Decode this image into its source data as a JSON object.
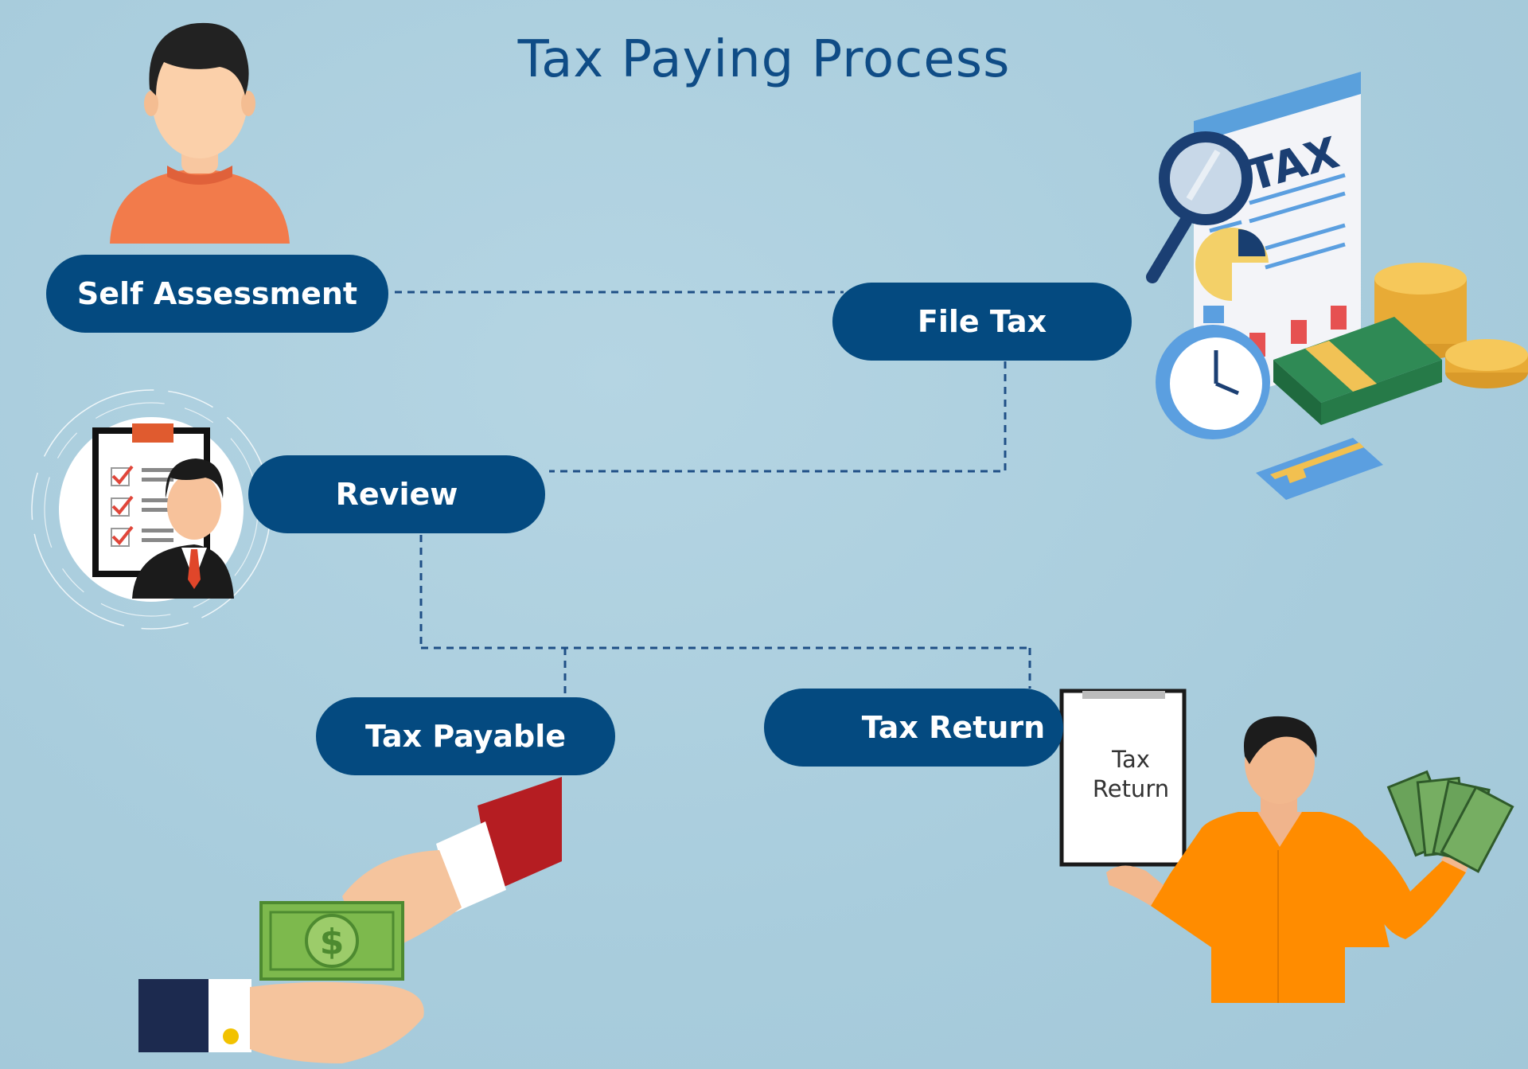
{
  "title": "Tax Paying Process",
  "colors": {
    "pill": "#044a80",
    "title": "#0f4c86",
    "connector": "#1f4f86",
    "background": "#aacede"
  },
  "steps": [
    {
      "id": "self-assessment",
      "label": "Self Assessment"
    },
    {
      "id": "file-tax",
      "label": "File Tax"
    },
    {
      "id": "review",
      "label": "Review"
    },
    {
      "id": "tax-payable",
      "label": "Tax Payable"
    },
    {
      "id": "tax-return",
      "label": "Tax Return"
    }
  ],
  "illustrations": {
    "tax_document_label": "TAX",
    "board_label_line1": "Tax",
    "board_label_line2": "Return",
    "icons": [
      "person-avatar-icon",
      "review-checklist-icon",
      "tax-document-icon",
      "money-exchange-icon",
      "tax-return-person-icon"
    ]
  }
}
